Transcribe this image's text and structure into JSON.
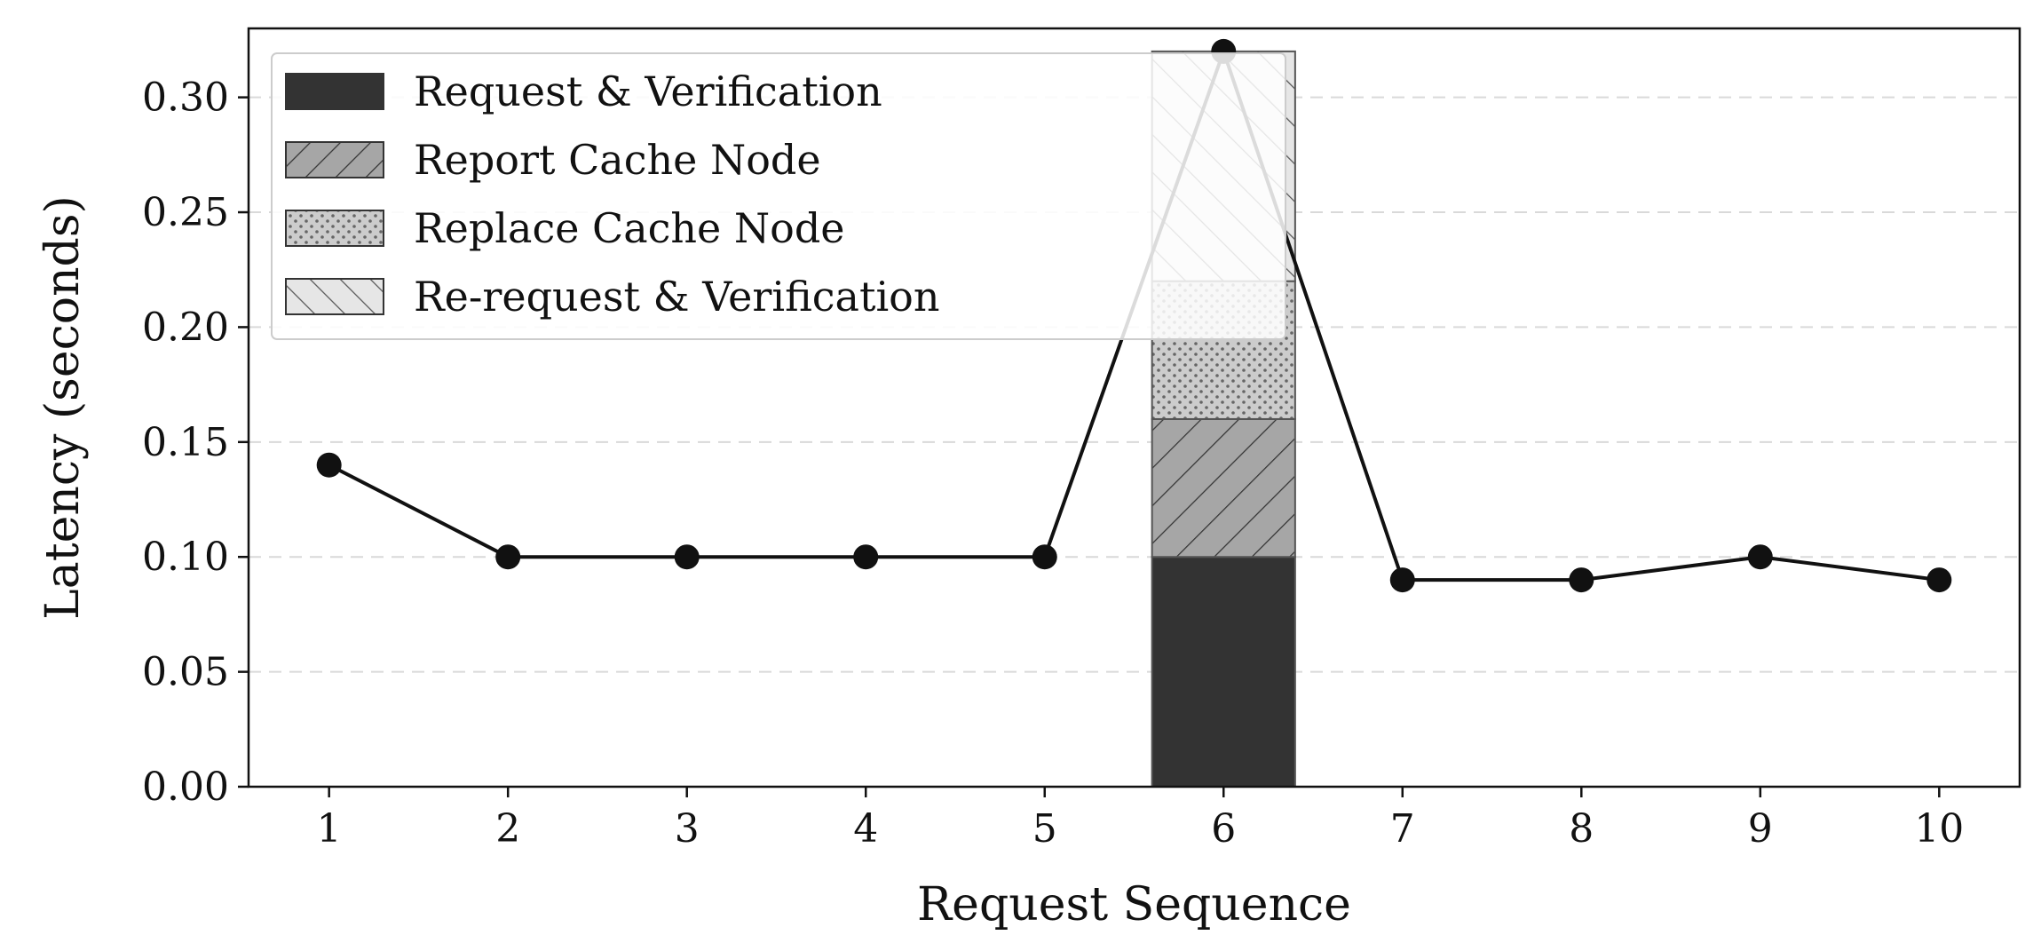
{
  "chart_data": {
    "type": "line",
    "title": "",
    "xlabel": "Request Sequence",
    "ylabel": "Latency (seconds)",
    "x": [
      1,
      2,
      3,
      4,
      5,
      6,
      7,
      8,
      9,
      10
    ],
    "x_tick_labels": [
      "1",
      "2",
      "3",
      "4",
      "5",
      "6",
      "7",
      "8",
      "9",
      "10"
    ],
    "xlim": [
      0.55,
      10.45
    ],
    "ylim": [
      0,
      0.33
    ],
    "y_ticks": [
      0,
      0.05,
      0.1,
      0.15,
      0.2,
      0.25,
      0.3
    ],
    "y_tick_labels": [
      "0.00",
      "0.05",
      "0.10",
      "0.15",
      "0.20",
      "0.25",
      "0.30"
    ],
    "grid": "horizontal dashed",
    "series": [
      {
        "type": "line",
        "values": [
          0.14,
          0.1,
          0.1,
          0.1,
          0.1,
          0.32,
          0.09,
          0.09,
          0.1,
          0.09
        ],
        "color": "#111111",
        "marker": "circle"
      }
    ],
    "stacked_bar": {
      "x": 6,
      "width": 0.8,
      "segments": [
        {
          "name": "Request & Verification",
          "value": 0.1,
          "color": "#333333",
          "hatch": "none"
        },
        {
          "name": "Report Cache Node",
          "value": 0.06,
          "color": "#a6a6a6",
          "hatch": "forward-diagonal"
        },
        {
          "name": "Replace Cache Node",
          "value": 0.06,
          "color": "#cccccc",
          "hatch": "dots"
        },
        {
          "name": "Re-request & Verification",
          "value": 0.1,
          "color": "#e6e6e6",
          "hatch": "back-diagonal"
        }
      ]
    },
    "legend": {
      "placement": "top-left",
      "entries": [
        {
          "label": "Request & Verification",
          "hatch": "none",
          "color": "#333333"
        },
        {
          "label": "Report Cache Node",
          "hatch": "forward-diagonal",
          "color": "#a6a6a6"
        },
        {
          "label": "Replace Cache Node",
          "hatch": "dots",
          "color": "#cccccc"
        },
        {
          "label": "Re-request & Verification",
          "hatch": "back-diagonal",
          "color": "#e6e6e6"
        }
      ]
    }
  }
}
